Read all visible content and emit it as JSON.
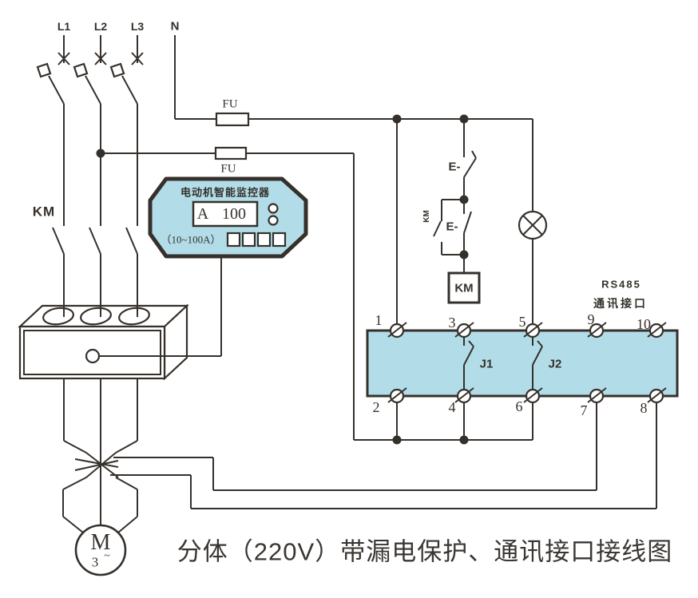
{
  "colors": {
    "wire": "#35302b",
    "panel": "#b2dde8"
  },
  "supply": {
    "l1": "L1",
    "l2": "L2",
    "l3": "L3",
    "n": "N"
  },
  "fuses": {
    "top": "FU",
    "bottom": "FU"
  },
  "contactor": {
    "main": "KM",
    "aux": "KM",
    "coil": "KM"
  },
  "buttons": {
    "stop": "E-",
    "start": "E-"
  },
  "monitor": {
    "title": "电动机智能监控器",
    "unit": "A",
    "value": "100",
    "range": "（10~100A）"
  },
  "block": {
    "t1": "1",
    "t2": "2",
    "t3": "3",
    "t4": "4",
    "t5": "5",
    "t6": "6",
    "t7": "7",
    "t8": "8",
    "t9": "9",
    "t10": "10",
    "j1": "J1",
    "j2": "J2",
    "rs485_1": "RS485",
    "rs485_2": "通讯接口"
  },
  "motor": {
    "m": "M",
    "digit": "3",
    "wave": "~"
  },
  "caption": "分体（220V）带漏电保护、通讯接口接线图"
}
